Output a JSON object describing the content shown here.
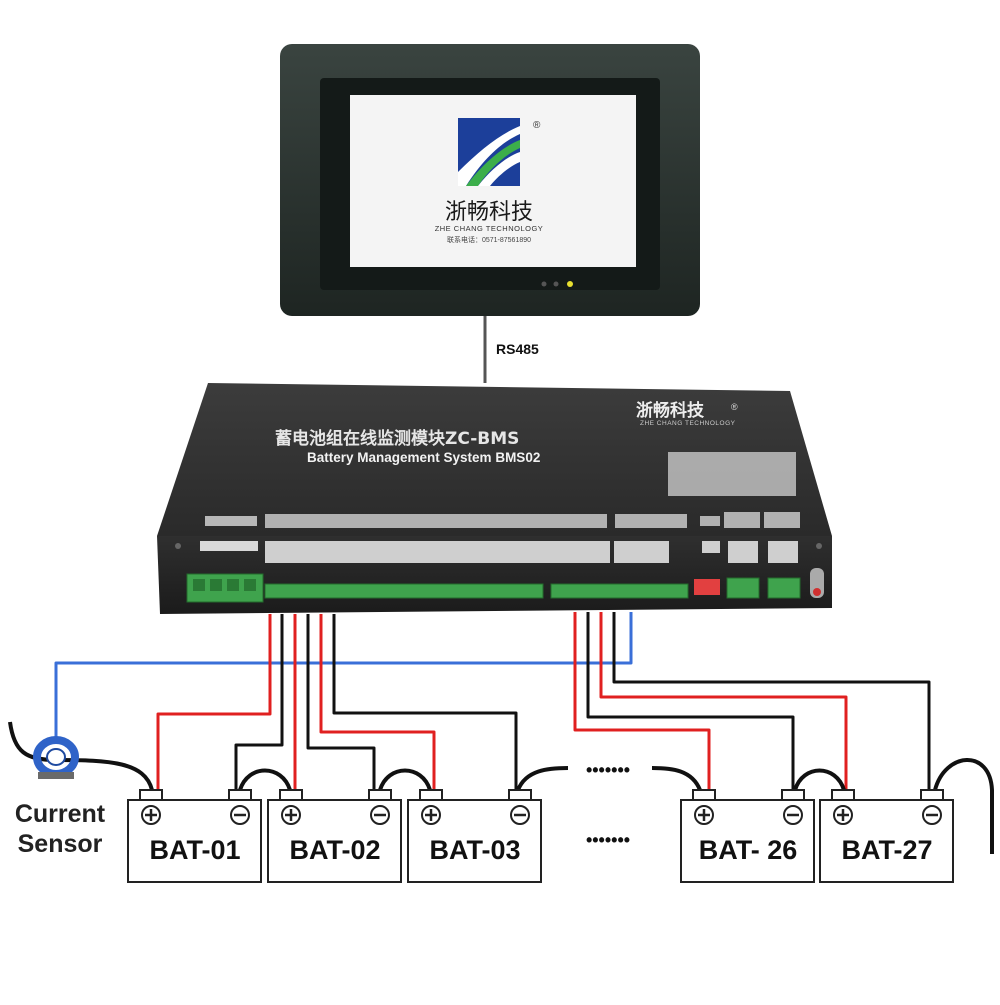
{
  "hmi": {
    "logo_cn": "浙畅科技",
    "logo_en": "ZHE CHANG TECHNOLOGY",
    "logo_tel": "联系电话：0571-87561890",
    "registered": "®"
  },
  "link_label": "RS485",
  "device": {
    "title_cn": "蓄电池组在线监测模块ZC-BMS",
    "title_en": "Battery Management System BMS02",
    "brand_cn": "浙畅科技",
    "brand_en": "ZHE CHANG TECHNOLOGY",
    "registered": "®"
  },
  "sensor": {
    "line1": "Current",
    "line2": "Sensor"
  },
  "batteries": [
    {
      "label": "BAT-01",
      "plus": "+",
      "minus": "−"
    },
    {
      "label": "BAT-02",
      "plus": "+",
      "minus": "−"
    },
    {
      "label": "BAT-03",
      "plus": "+",
      "minus": "−"
    },
    {
      "label": "BAT- 26",
      "plus": "+",
      "minus": "−"
    },
    {
      "label": "BAT-27",
      "plus": "+",
      "minus": "−"
    }
  ],
  "ellipsis": "•••••••",
  "colors": {
    "positive_wire": "#e02020",
    "negative_wire": "#111111",
    "sensor_wire": "#3a6fd8",
    "device_body": "#2b2b2b",
    "terminal_green": "#3fa34d",
    "screen_bezel": "#2d3532"
  }
}
